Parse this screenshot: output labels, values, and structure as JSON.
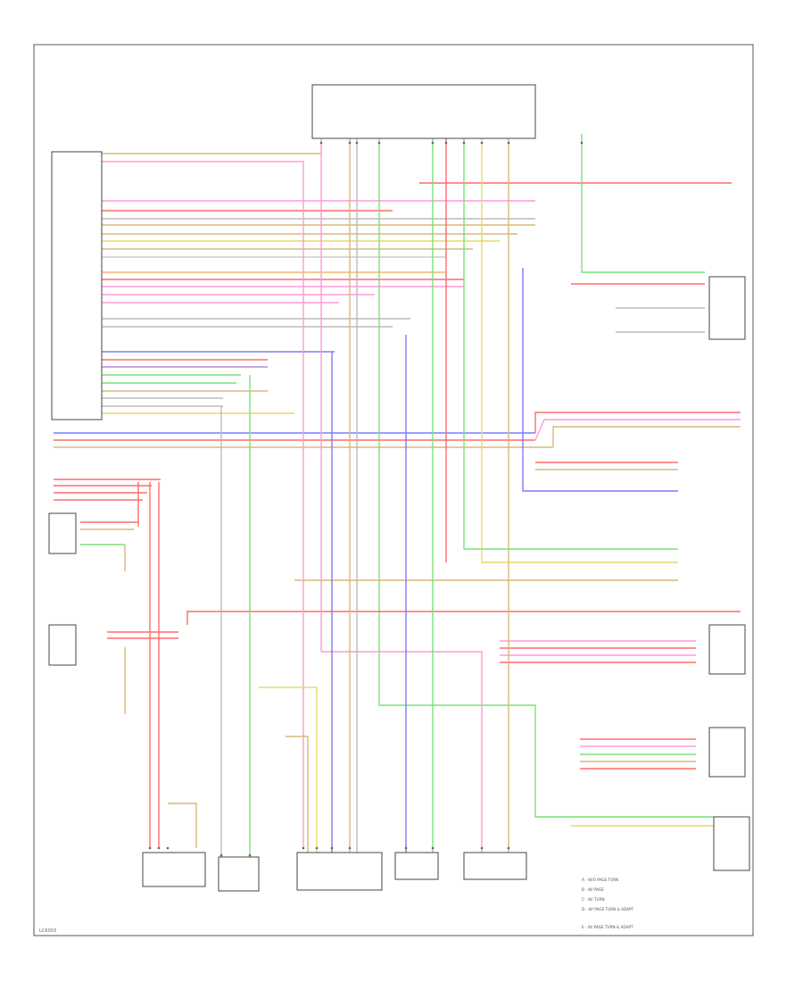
{
  "diagram": {
    "code": "LC6003",
    "colors": {
      "red": "#ff6b6b",
      "pink": "#ff9ad5",
      "green": "#7be07b",
      "blue": "#7b7bff",
      "orange": "#f2b66b",
      "tan": "#d9b87a",
      "yellow": "#e8d86a",
      "grey": "#9a9a9a",
      "black": "#3a3a3a",
      "violet": "#b58bd9"
    },
    "legend": [
      "A - W/O PAGE TURN",
      "B - W/ PAGE",
      "C - W/ TURN",
      "D - W/ PAGE TURN & ADAPT",
      "E - W/ PAGE TURN & ADAPT"
    ]
  }
}
